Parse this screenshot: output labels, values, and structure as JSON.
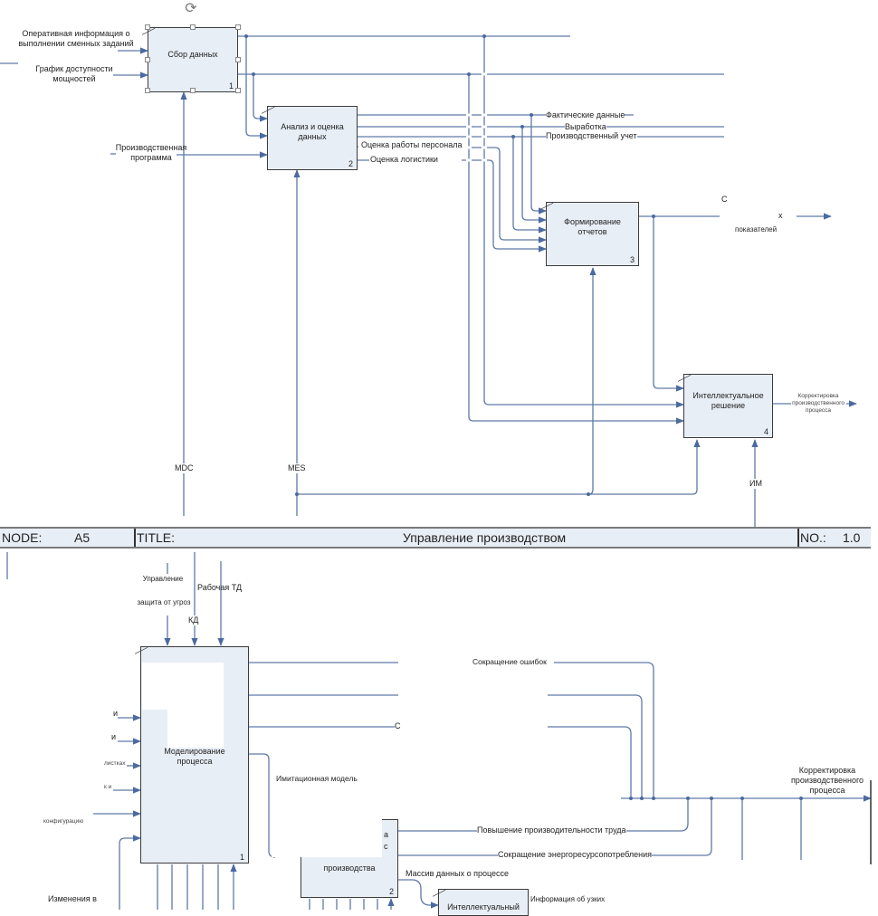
{
  "diagram": {
    "title_block": {
      "node_label": "NODE:",
      "node_value": "A5",
      "title_label": "TITLE:",
      "title_value": "Управление производством",
      "no_label": "NO.:",
      "no_value": "1.0"
    },
    "top": {
      "boxes": [
        {
          "title": "Сбор данных",
          "num": "1"
        },
        {
          "title": "Анализ и оценка данных",
          "num": "2"
        },
        {
          "title": "Формирование отчетов",
          "num": "3"
        },
        {
          "title": "Интеллектуальное решение",
          "num": "4"
        }
      ],
      "inputs": [
        "Оперативная информация о выполнении сменных заданий",
        "График доступности мощностей",
        "Производственная программа"
      ],
      "arrows": {
        "fact": "Фактические данные",
        "output": "Выработка",
        "accounting": "Производственный учет",
        "staff": "Оценка работы персонала",
        "logistics": "Оценка логистики",
        "report_out_c": "С",
        "report_out_x": "х",
        "report_out_tail": "показателей",
        "correction": "Корректировка производственного процесса"
      },
      "mechanisms": [
        "MDC",
        "MES",
        "ИМ"
      ]
    },
    "bottom": {
      "boxes": [
        {
          "title": "Моделирование процесса",
          "num": "1"
        },
        {
          "title": "производства",
          "num": "2"
        },
        {
          "title": "Интеллектуальный",
          "num": ""
        }
      ],
      "controls": [
        "Управление",
        "защита от угроз",
        "Рабочая ТД",
        "КД"
      ],
      "inputs_left": [
        "и",
        "и",
        "листках",
        "к и",
        "конфигурацию"
      ],
      "change_label": "Изменения в",
      "arrows": {
        "errors": "Сокращение ошибок",
        "c_label": "С",
        "sim_model": "Имитационная модель",
        "productivity": "Повышение производительности труда",
        "energy": "Сокращение энергоресурсопотребления",
        "data_array": "Массив данных о процессе",
        "info": "Информация об узких",
        "correction": "Корректировка производственного процесса",
        "box2_a": "а",
        "box2_c": "с"
      }
    },
    "colors": {
      "arrow": "#4a6aa0",
      "box_fill": "#e8eef6",
      "box_border": "#3b3b3b"
    }
  }
}
